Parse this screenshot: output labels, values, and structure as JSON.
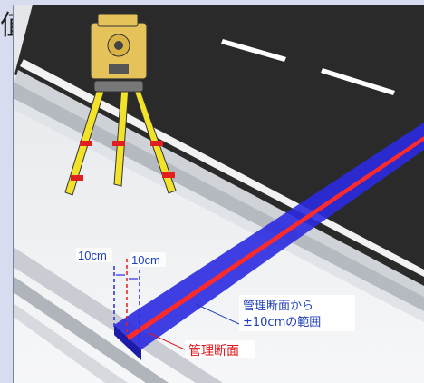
{
  "left_fragment": "值",
  "labels": {
    "offset_left": "10cm",
    "offset_right": "10cm",
    "range_line1": "管理断面から",
    "range_line2": "±10cmの範囲",
    "mgmt_section": "管理断面"
  },
  "colors": {
    "road": "#2a2a2a",
    "band": "#2a2ae0",
    "centerline": "#ff2a2a",
    "label_blue": "#1f3fb8",
    "label_red": "#e0151b"
  }
}
